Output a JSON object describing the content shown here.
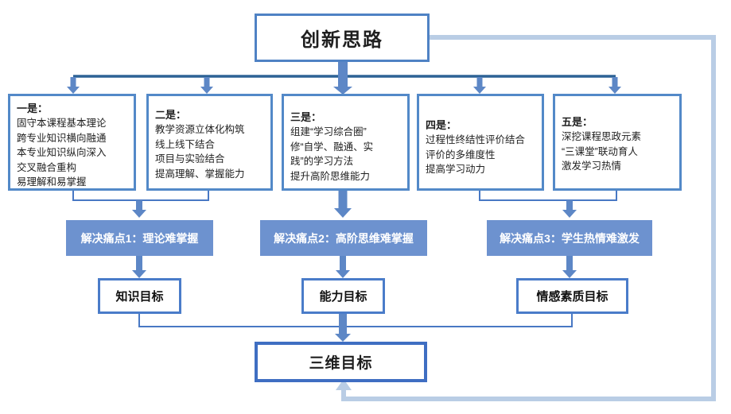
{
  "colors": {
    "box_border": "#5389c8",
    "goal_border": "#4a7cc9",
    "bottom_box_border": "#3f6ec2",
    "bar_fill": "#6d92cf",
    "bar_text": "#ffffff",
    "arrow": "#5d87c6",
    "distribution_line": "#2d6295",
    "connector_line": "#4878c4",
    "feedback_line": "#b9cde5",
    "text": "#1f1f1f"
  },
  "top_box": {
    "title": "创新思路"
  },
  "strategy_boxes": [
    {
      "header": "一是：",
      "lines": [
        "固守本课程基本理论",
        "跨专业知识横向融通",
        "本专业知识纵向深入",
        "交叉融合重构",
        "易理解和易掌握"
      ]
    },
    {
      "header": "二是：",
      "lines": [
        "教学资源立体化构筑",
        "线上线下结合",
        "项目与实验结合",
        "提高理解、掌握能力"
      ]
    },
    {
      "header": "三是：",
      "lines": [
        "组建“学习综合圈”",
        "修“自学、融通、实",
        "践”的学习方法",
        "提升高阶思维能力"
      ]
    },
    {
      "header": "四是：",
      "lines": [
        "过程性终结性评价结合",
        "评价的多维度性",
        "提高学习动力"
      ]
    },
    {
      "header": "五是：",
      "lines": [
        "深挖课程思政元素",
        "“三课堂”联动育人",
        "激发学习热情"
      ]
    }
  ],
  "pain_points": [
    {
      "label": "解决痛点1：理论难掌握"
    },
    {
      "label": "解决痛点2：高阶思维难掌握"
    },
    {
      "label": "解决痛点3：学生热情难激发"
    }
  ],
  "goals": [
    {
      "label": "知识目标"
    },
    {
      "label": "能力目标"
    },
    {
      "label": "情感素质目标"
    }
  ],
  "bottom_box": {
    "title": "三维目标"
  }
}
